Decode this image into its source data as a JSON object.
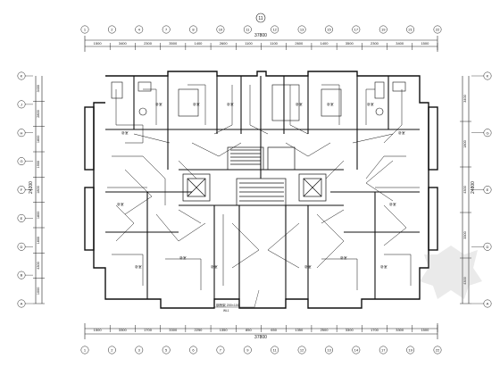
{
  "drawing": {
    "top_total": "37800",
    "bottom_total": "37800",
    "top_dims": [
      "1500",
      "3400",
      "2300",
      "3500",
      "1400",
      "2600",
      "1100",
      "1100",
      "2600",
      "1400",
      "3500",
      "2300",
      "3400",
      "1500"
    ],
    "bottom_dims": [
      "1500",
      "3300",
      "1700",
      "3300",
      "2250",
      "1350",
      "850",
      "650",
      "1350",
      "2500",
      "3300",
      "1700",
      "3300",
      "1500"
    ],
    "top_axes": [
      "1",
      "2",
      "4",
      "7",
      "8",
      "10",
      "11",
      "12",
      "13",
      "15",
      "17",
      "19",
      "21",
      "22"
    ],
    "bottom_axes": [
      "1",
      "2",
      "3",
      "5",
      "6",
      "7",
      "9",
      "11",
      "12",
      "13",
      "14",
      "17",
      "19",
      "22"
    ],
    "top_mid_axis": "11",
    "left_axes": [
      "K",
      "J",
      "H",
      "G",
      "F",
      "E",
      "D",
      "B",
      "A"
    ],
    "right_axes": [
      "K",
      "G",
      "E",
      "D",
      "A"
    ],
    "left_dims": [
      "3400",
      "2800",
      "1800",
      "1900",
      "1800",
      "1800",
      "1800",
      "4300",
      "1000"
    ],
    "left_total": "24200",
    "right_dims": [
      "3400",
      "1800",
      "4300",
      "3300",
      "4300"
    ],
    "right_total": "24800",
    "room_labels": [
      "卧室",
      "卧室",
      "卧室",
      "卧室",
      "卧室",
      "卧室",
      "卧室",
      "卧室",
      "卧室",
      "卧室",
      "卧室",
      "卧室",
      "卧室",
      "卧室",
      "卧室",
      "卧室"
    ],
    "annotation_bus": "钢桥架 200×100",
    "annotation_bus_sub": "WL1"
  }
}
